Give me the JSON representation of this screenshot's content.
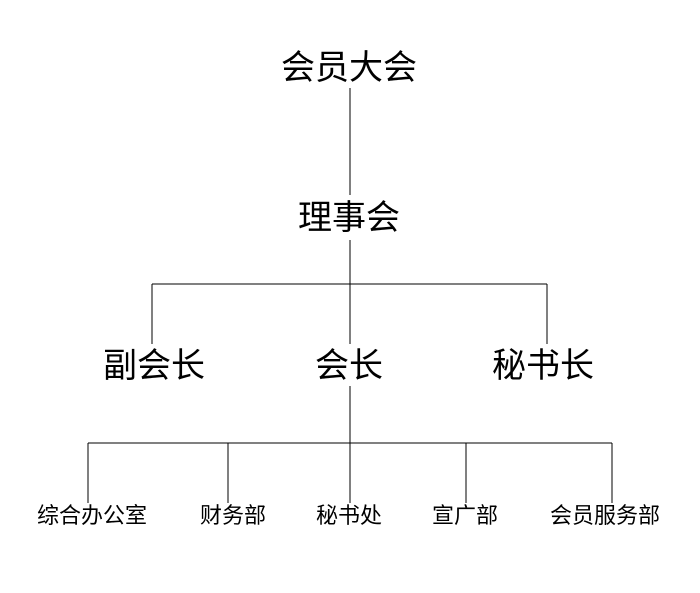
{
  "diagram": {
    "top": {
      "label": "会员大会"
    },
    "council": {
      "label": "理事会"
    },
    "leaders": [
      {
        "label": "副会长"
      },
      {
        "label": "会长"
      },
      {
        "label": "秘书长"
      }
    ],
    "departments": [
      {
        "label": "综合办公室"
      },
      {
        "label": "财务部"
      },
      {
        "label": "秘书处"
      },
      {
        "label": "宣广部"
      },
      {
        "label": "会员服务部"
      }
    ]
  }
}
